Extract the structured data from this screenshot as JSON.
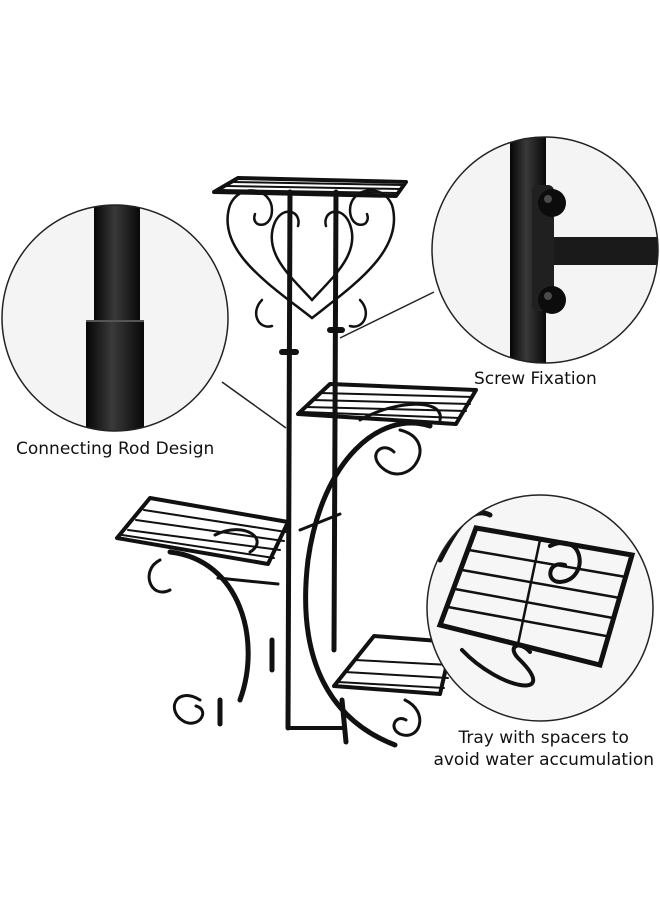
{
  "captions": {
    "rod": "Connecting Rod Design",
    "screw": "Screw Fixation",
    "tray_line1": "Tray with spacers to",
    "tray_line2": "avoid water accumulation"
  },
  "colors": {
    "metal": "#111111",
    "background": "#ffffff",
    "callout_border": "#222222"
  }
}
